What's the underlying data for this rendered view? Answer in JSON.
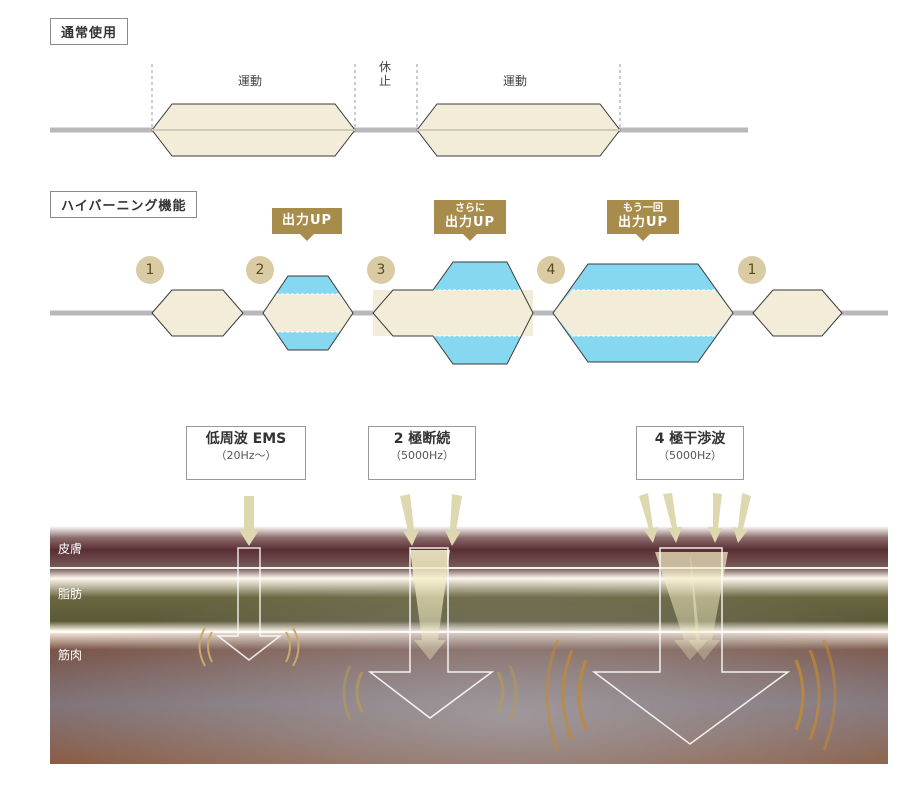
{
  "normal": {
    "title": "通常使用",
    "phase1": "運動",
    "rest": "休止",
    "phase2": "運動"
  },
  "hibernating": {
    "title": "ハイバーニング機能",
    "steps": [
      "1",
      "2",
      "3",
      "4",
      "1"
    ],
    "callout1": {
      "main": "出力UP"
    },
    "callout2": {
      "small": "さらに",
      "main": "出力UP"
    },
    "callout3": {
      "small": "もう一回",
      "main": "出力UP"
    }
  },
  "modes": [
    {
      "name": "低周波 EMS",
      "freq": "（20Hz〜）"
    },
    {
      "name": "2 極断続",
      "freq": "（5000Hz）"
    },
    {
      "name": "4 極干渉波",
      "freq": "（5000Hz）"
    }
  ],
  "layers": {
    "skin": "皮膚",
    "fat": "脂肪",
    "muscle": "筋肉"
  },
  "colors": {
    "track": "#b9b9bc",
    "hexFill": "#f2ecd9",
    "hexStroke": "#3a3a3a",
    "blue": "#86d8f0",
    "gold": "#a88c4b"
  }
}
